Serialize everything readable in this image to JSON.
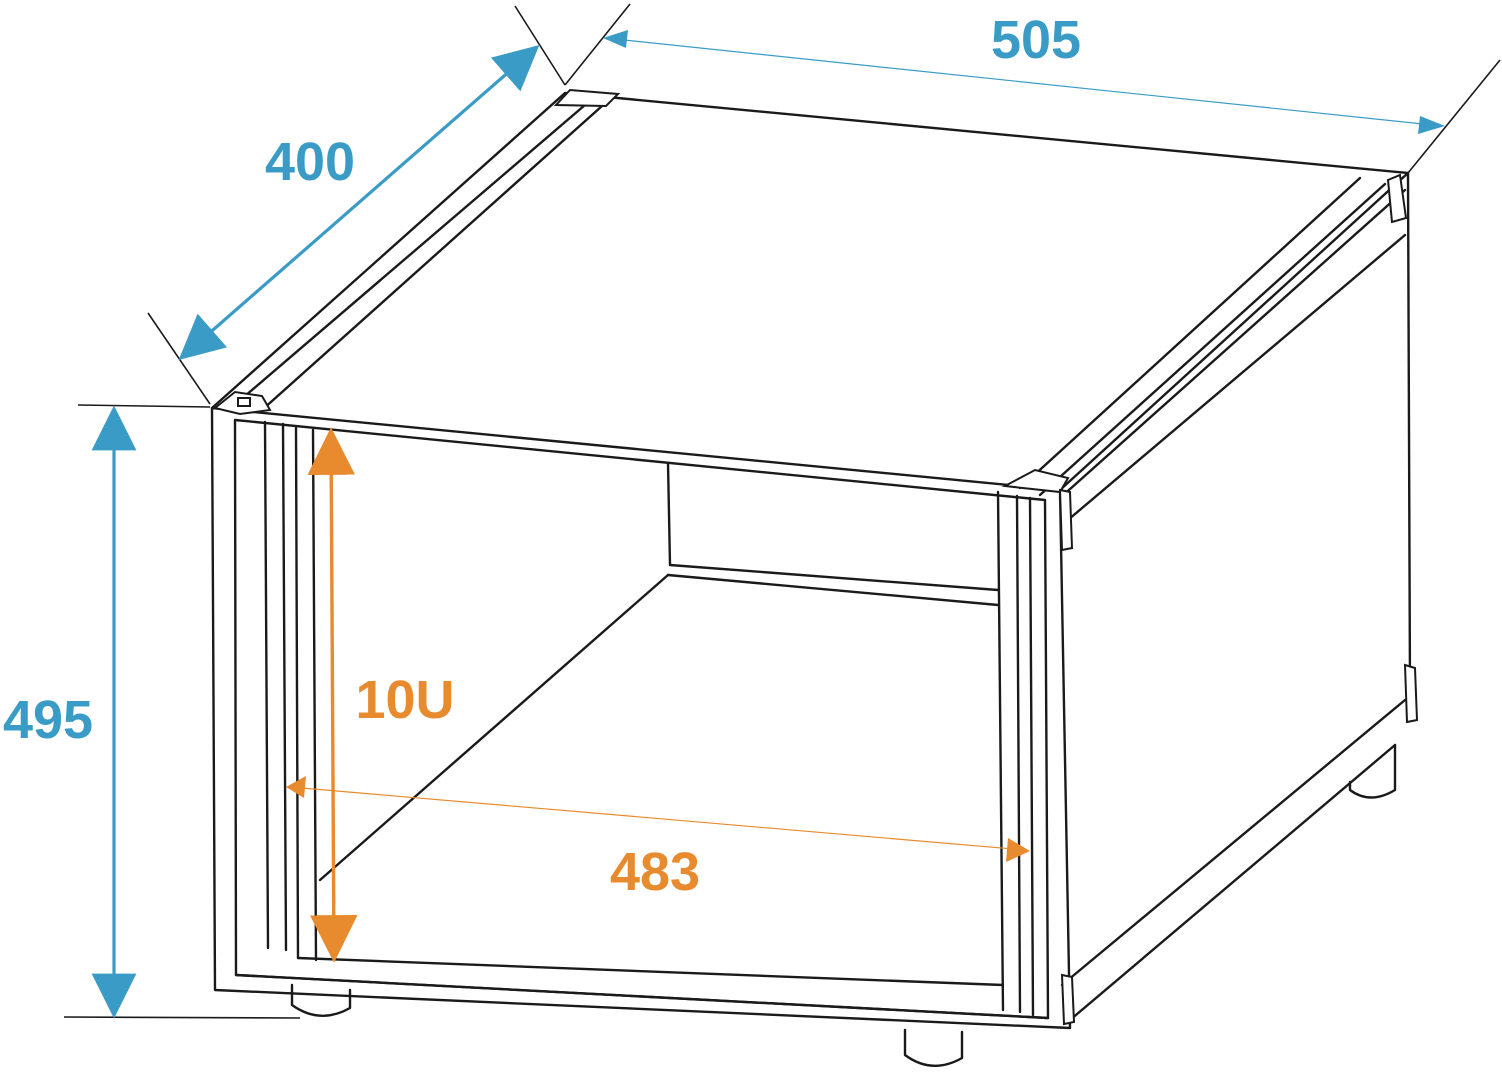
{
  "colors": {
    "outer_dimension": "#3a9cc6",
    "inner_dimension": "#e88a2e",
    "outline": "#1a1a1a"
  },
  "dimensions": {
    "width": "505",
    "depth": "400",
    "height": "495",
    "rack_units": "10U",
    "rack_width": "483"
  }
}
